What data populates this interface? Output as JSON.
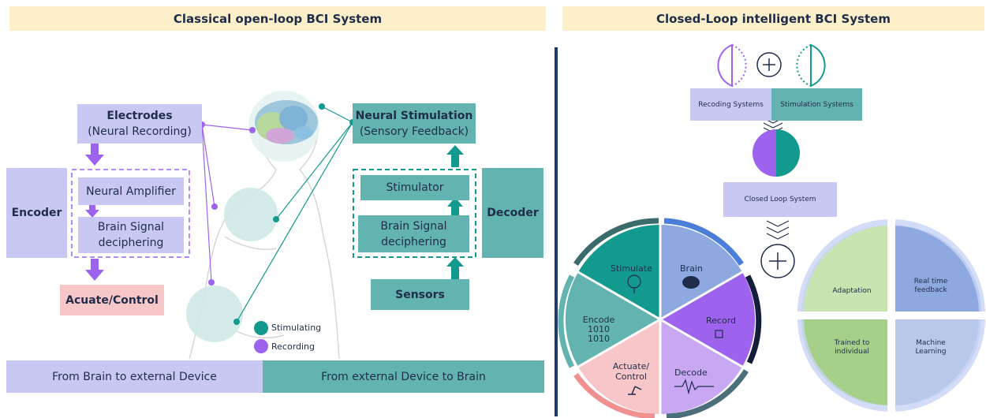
{
  "left": {
    "title": "Classical open-loop BCI System",
    "electrodes_title": "Electrodes",
    "electrodes_sub": "(Neural Recording)",
    "encoder": "Encoder",
    "neural_amplifier": "Neural Amplifier",
    "brain_signal_l1": "Brain Signal",
    "brain_signal_l2": "deciphering",
    "acuate": "Acuate/Control",
    "neural_stim_title": "Neural Stimulation",
    "neural_stim_sub": "(Sensory Feedback)",
    "stimulator": "Stimulator",
    "brain_signal_r1": "Brain Signal",
    "brain_signal_r2": "deciphering",
    "decoder": "Decoder",
    "sensors": "Sensors",
    "legend_stimulating": "Stimulating",
    "legend_recording": "Recording",
    "bottom_left": "From Brain to external Device",
    "bottom_right": "From external Device to Brain"
  },
  "right": {
    "title": "Closed-Loop  intelligent BCI System",
    "recoding_systems": "Recoding Systems",
    "stimulation_systems": "Stimulation Systems",
    "closed_loop": "Closed Loop System",
    "cycle": {
      "stimulate": "Stimulate",
      "brain": "Brain",
      "record": "Record",
      "decode": "Decode",
      "actuate_l1": "Actuate/",
      "actuate_l2": "Control",
      "encode_l1": "Encode",
      "encode_l2": "1010",
      "encode_l3": "1010"
    },
    "quad": {
      "adaptation": "Adaptation",
      "realtime_l1": "Real time",
      "realtime_l2": "feedback",
      "trained_l1": "Trained to",
      "trained_l2": "individual",
      "ml_l1": "Machine",
      "ml_l2": "Learning"
    }
  },
  "colors": {
    "header_bg": "#fcefc9",
    "lavender": "#c9c8f3",
    "teal": "#63b4b0",
    "purple": "#9e63ee",
    "teal_dark": "#139a8f",
    "pink": "#f7c6c8",
    "navy": "#1f3a6e"
  }
}
